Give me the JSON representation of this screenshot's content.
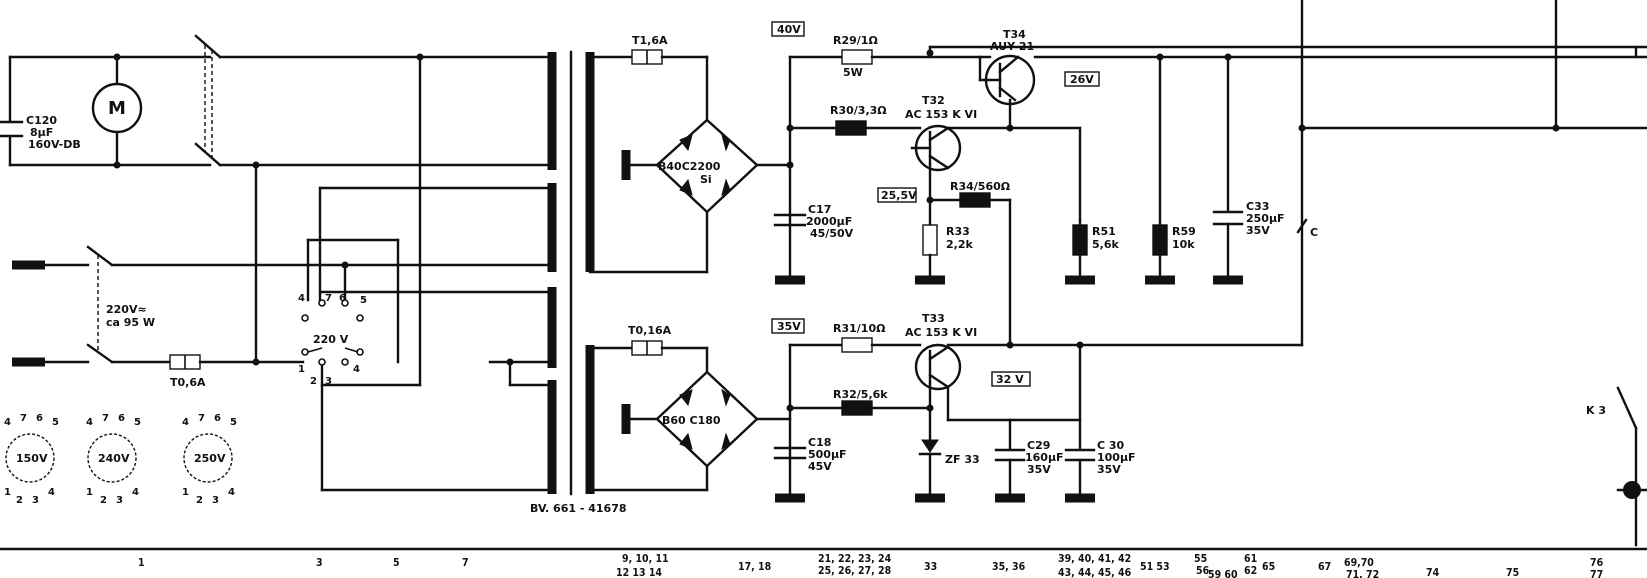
{
  "labels": {
    "c120": "C120",
    "c120_val": "8µF",
    "c120_volt": "160V-DB",
    "motor": "M",
    "mains": "220V≈",
    "mains_power": "ca 95 W",
    "fuse_main": "T0,6A",
    "selector_220": "220 V",
    "sel_4": "4",
    "sel_7": "7",
    "sel_6": "6",
    "sel_5": "5",
    "sel_1": "1",
    "sel_2": "2",
    "sel_3": "3",
    "sel_4b": "4",
    "v150": "150V",
    "v240": "240V",
    "v250": "250V",
    "fuse1": "T1,6A",
    "fuse2": "T0,16A",
    "bridge1": "B40C2200",
    "bridge1_si": "Si",
    "bridge2": "B60 C180",
    "transformer": "BV. 661 - 41678",
    "v40": "40V",
    "v35": "35V",
    "v26": "26V",
    "v255": "25,5V",
    "v32": "32 V",
    "r29": "R29/1Ω",
    "r29_w": "5W",
    "r30": "R30/3,3Ω",
    "r31": "R31/10Ω",
    "r32": "R32/5,6k",
    "r33": "R33",
    "r33_val": "2,2k",
    "r34": "R34/560Ω",
    "r51": "R51",
    "r51_val": "5,6k",
    "r59": "R59",
    "r59_val": "10k",
    "t32": "T32",
    "t32_type": "AC 153 K VI",
    "t33": "T33",
    "t33_type": "AC 153 K VI",
    "t34": "T34",
    "t34_type": "AUY 21",
    "c17": "C17",
    "c17_val": "2000µF",
    "c17_volt": "45/50V",
    "c18": "C18",
    "c18_val": "500µF",
    "c18_volt": "45V",
    "c29": "C29",
    "c29_val": "160µF",
    "c29_volt": "35V",
    "c30": "C 30",
    "c30_val": "100µF",
    "c30_volt": "35V",
    "c33": "C33",
    "c33_val": "250µF",
    "c33_volt": "35V",
    "zf33": "ZF 33",
    "c_point": "C",
    "k3": "K 3"
  },
  "columns": {
    "row1": [
      "1",
      "3",
      "5",
      "7",
      "9, 10, 11",
      "17, 18",
      "21, 22, 23, 24",
      "33",
      "35, 36",
      "39, 40, 41, 42",
      "51 53",
      "55",
      "61",
      "65",
      "67",
      "69,70",
      "76"
    ],
    "row2": [
      "12 13 14",
      "25, 26, 27, 28",
      "43, 44, 45, 46",
      "56",
      "59 60",
      "62",
      "71, 72",
      "74",
      "75",
      "77"
    ]
  }
}
